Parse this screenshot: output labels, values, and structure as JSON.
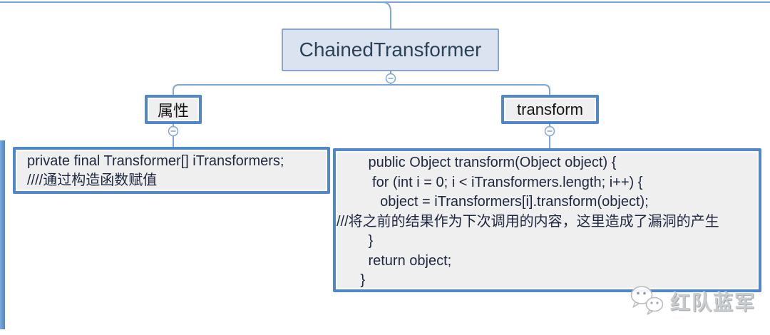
{
  "root_node": {
    "label": "ChainedTransformer"
  },
  "branch_attr": {
    "label": "属性",
    "code_lines": [
      "private final Transformer[] iTransformers;",
      "////通过构造函数赋值"
    ]
  },
  "branch_transform": {
    "label": "transform",
    "code_lines": [
      "        public Object transform(Object object) {",
      "         for (int i = 0; i < iTransformers.length; i++) {",
      "           object = iTransformers[i].transform(object);",
      "///将之前的结果作为下次调用的内容，这里造成了漏洞的产生",
      "        }",
      "        return object;",
      "      }"
    ]
  },
  "watermark": {
    "text": "红队蓝军",
    "icon": "wechat-chat-bubbles"
  },
  "colors": {
    "connector": "#7ca6d8",
    "root_fill": "#dbe3f0",
    "root_border": "#87a5cc",
    "topic_border": "#4f87c9",
    "topic_fill": "#efefef",
    "code_text": "#1d2840",
    "watermark_gray": "#c6c9cd"
  }
}
